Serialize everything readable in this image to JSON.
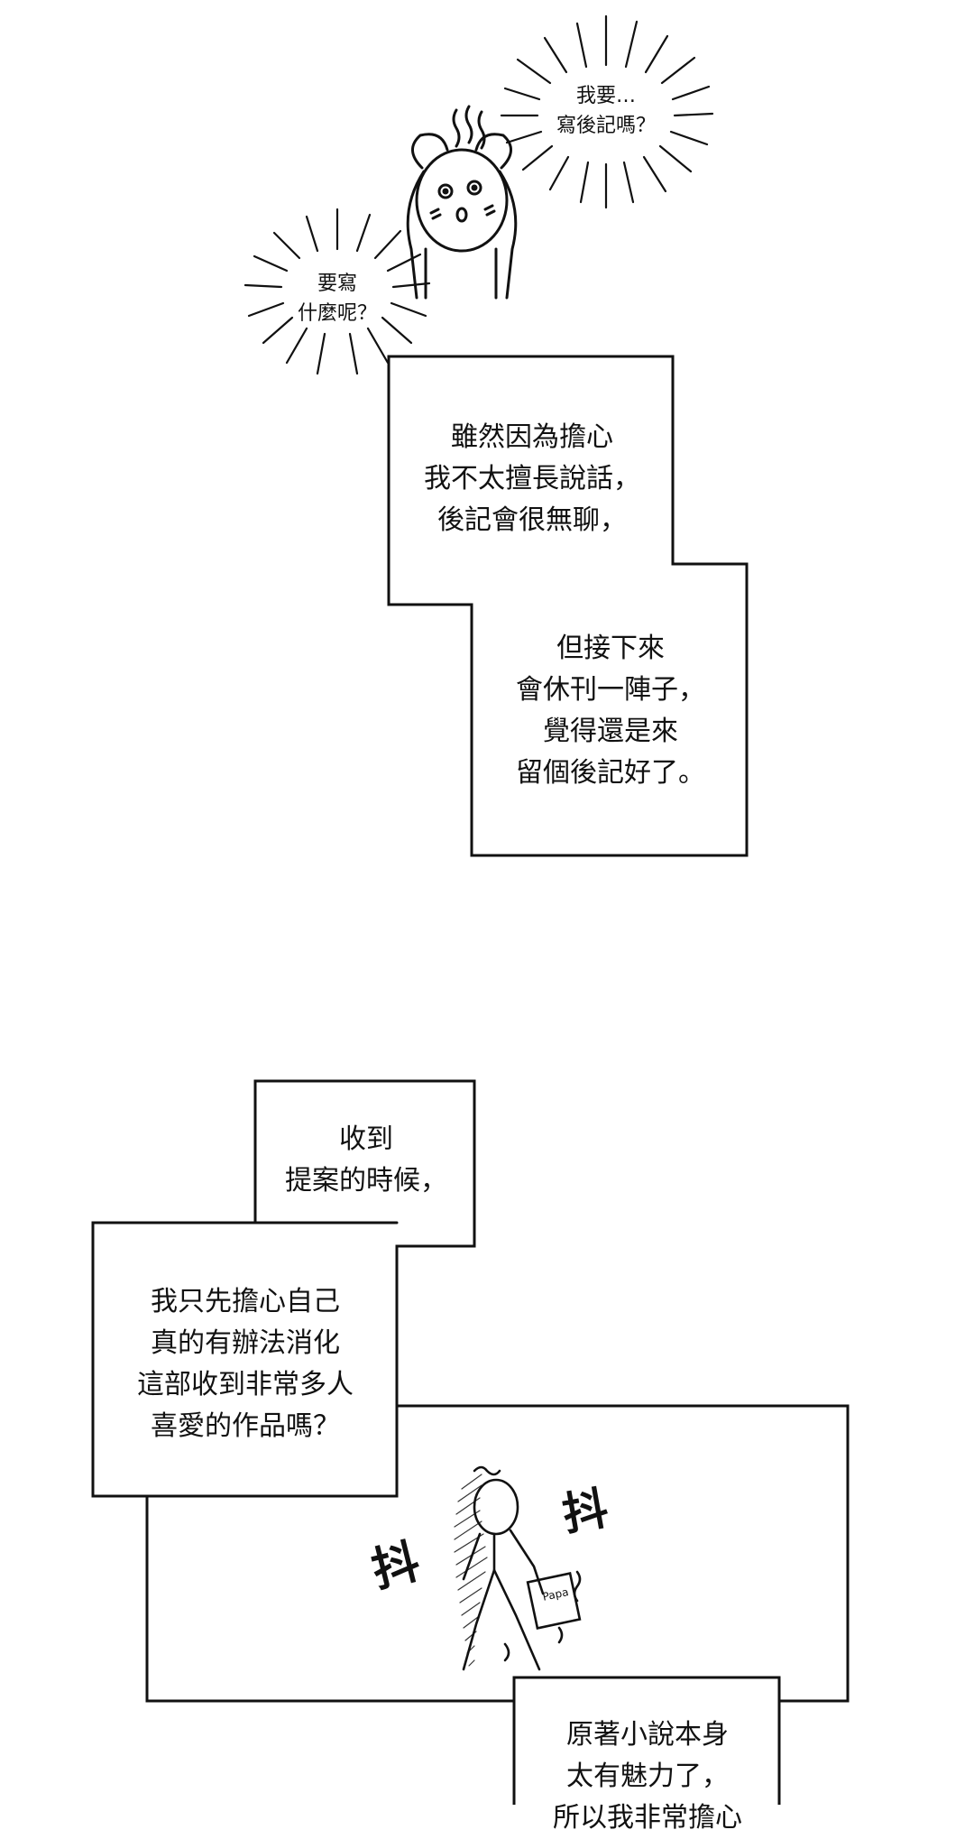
{
  "page": {
    "bursts": {
      "top": "我要…\n寫後記嗎？",
      "left": "要寫\n什麼呢？"
    },
    "panels": {
      "box1": "雖然因為擔心\n我不太擅長說話，\n後記會很無聊，",
      "box2": "但接下來\n會休刊一陣子，\n覺得還是來\n留個後記好了。",
      "box3": "收到\n提案的時候，",
      "box4": "我只先擔心自己\n真的有辦法消化\n這部收到非常多人\n喜愛的作品嗎？",
      "box5": "原著小說本身\n太有魅力了，\n所以我非常擔心"
    },
    "sfx": {
      "shake_left": "抖",
      "shake_right": "抖"
    },
    "paper_label": "Papa"
  }
}
